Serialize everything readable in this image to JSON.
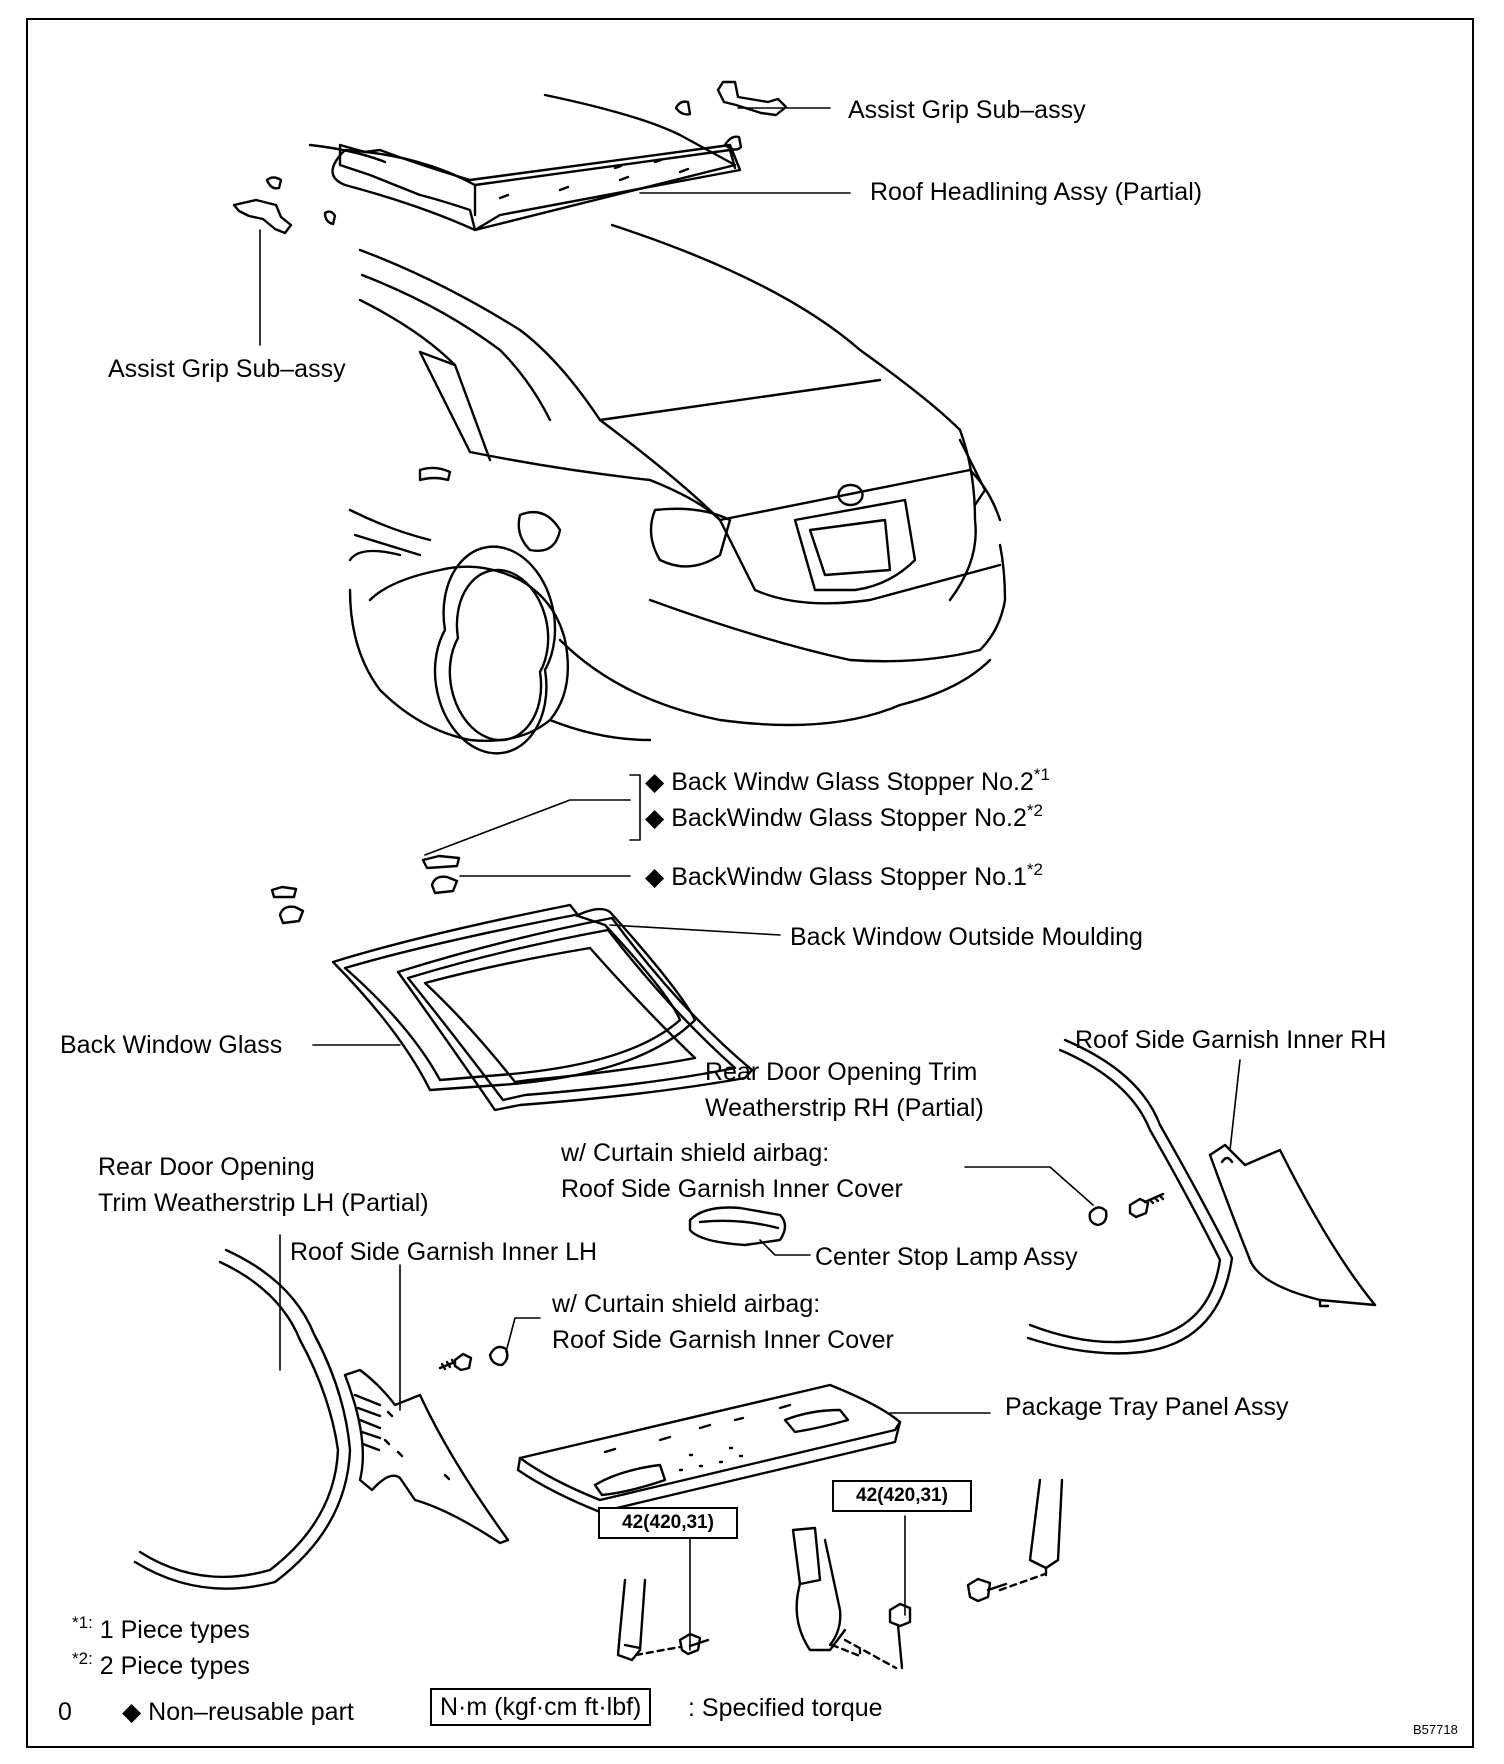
{
  "labels": {
    "assist_grip_top": "Assist Grip Sub–assy",
    "roof_headlining": "Roof Headlining Assy (Partial)",
    "assist_grip_left": "Assist Grip Sub–assy",
    "stopper_no2_1": "Back Windw Glass Stopper No.2",
    "stopper_no2_1_note": "*1",
    "stopper_no2_2": "BackWindw Glass Stopper No.2",
    "stopper_no2_2_note": "*2",
    "stopper_no1": "BackWindw Glass Stopper No.1",
    "stopper_no1_note": "*2",
    "outside_moulding": "Back Window Outside Moulding",
    "back_window_glass": "Back Window Glass",
    "roof_side_garnish_rh": "Roof Side Garnish Inner RH",
    "rear_door_trim_rh_1": "Rear Door Opening Trim",
    "rear_door_trim_rh_2": "Weatherstrip RH (Partial)",
    "cover_rh_1": "w/ Curtain shield airbag:",
    "cover_rh_2": "Roof Side Garnish Inner Cover",
    "rear_door_trim_lh_1": "Rear Door Opening",
    "rear_door_trim_lh_2": "Trim Weatherstrip LH (Partial)",
    "center_stop_lamp": "Center Stop Lamp Assy",
    "roof_side_garnish_lh": "Roof Side Garnish Inner LH",
    "cover_lh_1": "w/ Curtain shield airbag:",
    "cover_lh_2": "Roof Side Garnish Inner Cover",
    "package_tray": "Package Tray Panel Assy"
  },
  "torque": {
    "left": "42(420,31)",
    "right": "42(420,31)"
  },
  "notes": {
    "note1_mark": "*1:",
    "note1_text": "1 Piece types",
    "note2_mark": "*2:",
    "note2_text": "2 Piece types"
  },
  "legend": {
    "zero": "0",
    "non_reusable": "◆ Non–reusable part",
    "torque_unit": "N·m (kgf·cm ft·lbf)",
    "torque_desc": ": Specified torque",
    "diamond": "◆"
  },
  "figure_id": "B57718"
}
